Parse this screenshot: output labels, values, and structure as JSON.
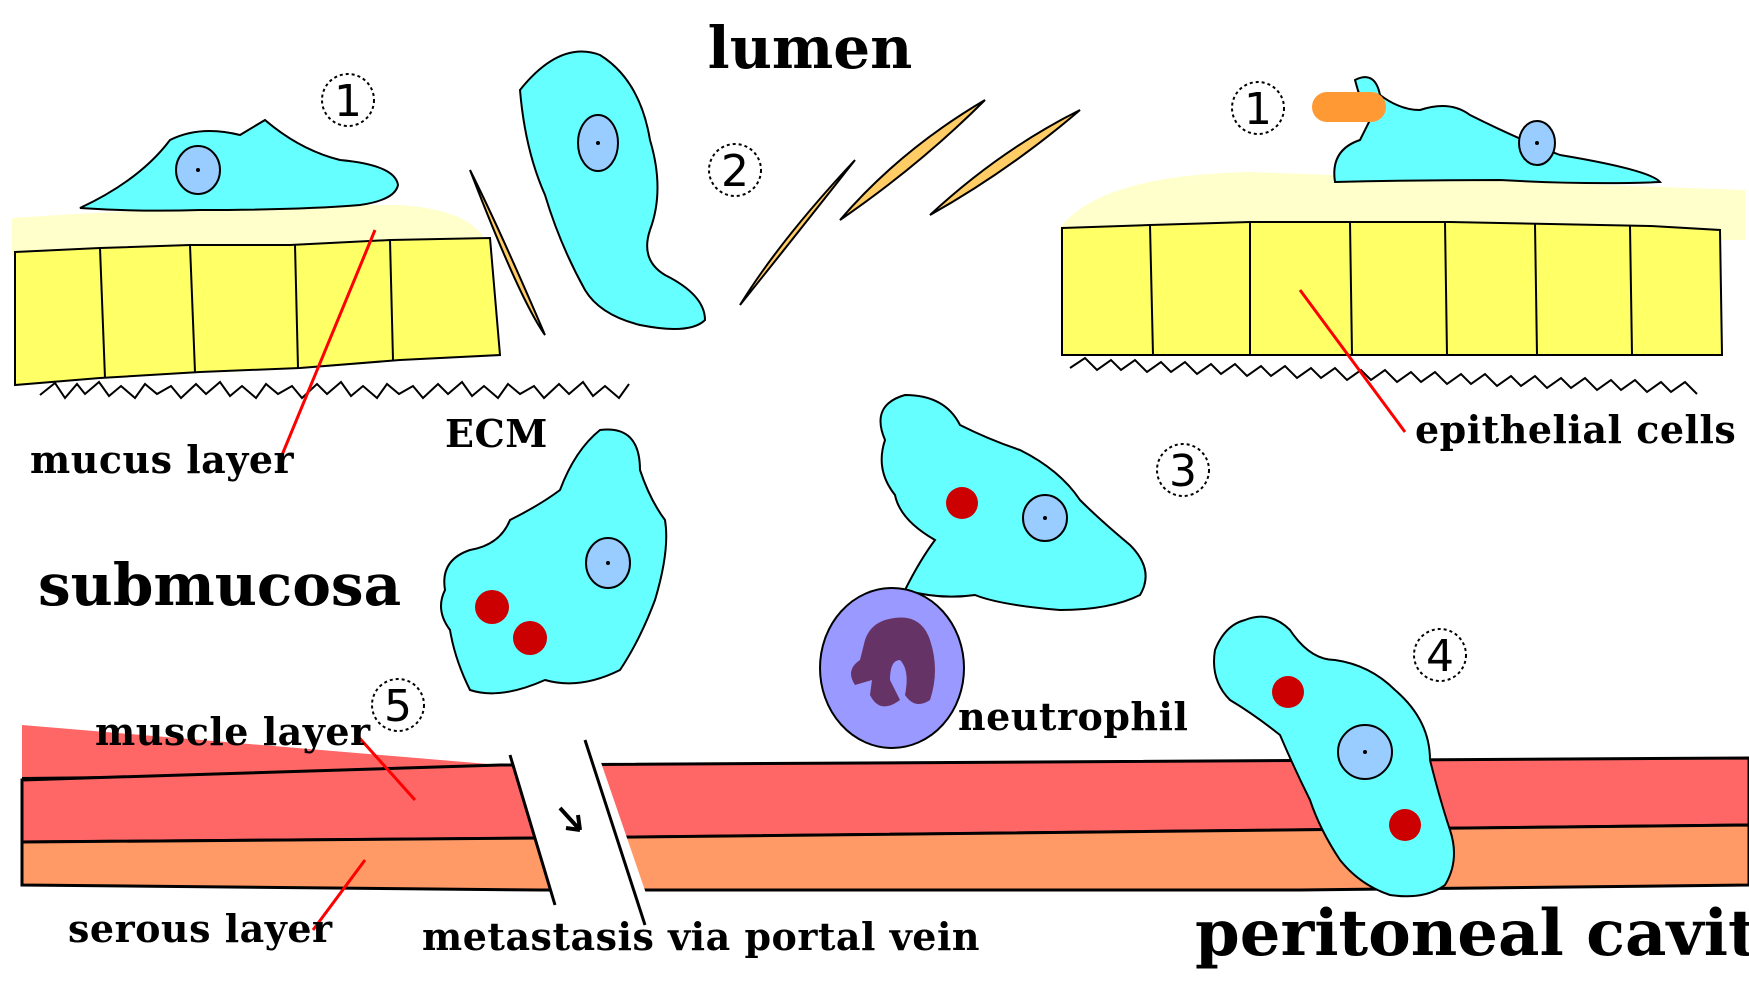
{
  "labels": {
    "lumen": "lumen",
    "submucosa": "submucosa",
    "ecm": "ECM",
    "mucus_layer": "mucus layer",
    "epithelial_cells": "epithelial cells",
    "neutrophil": "neutrophil",
    "muscle_layer": "muscle layer",
    "serous_layer": "serous layer",
    "metastasis": "metastasis via portal vein",
    "peritoneal_cavity": "peritoneal cavity"
  },
  "steps": {
    "step1_left": "1",
    "step1_right": "1",
    "step2": "2",
    "step3": "3",
    "step4": "4",
    "step5": "5"
  },
  "colors": {
    "amoeba": "#66ffff",
    "nucleus": "#99ccff",
    "ingested_rbc": "#cc0000",
    "epithelium": "#ffff66",
    "mucus": "#ffffcc",
    "bacteria": "#ffcc66",
    "muscle": "#ff6666",
    "serous": "#ff9966",
    "neutrophil_cytoplasm": "#9999ff",
    "neutrophil_nucleus": "#663366",
    "orange_rod": "#ff9933",
    "pointer_line": "#ff0000"
  },
  "icons": {
    "arrow": "down-right-arrow-icon"
  }
}
